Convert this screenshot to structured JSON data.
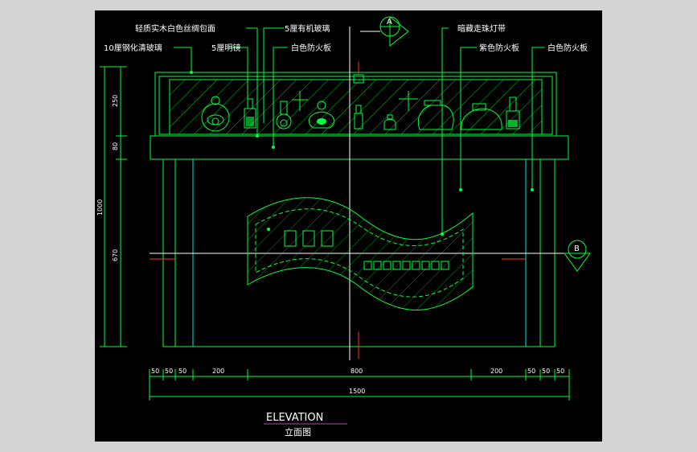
{
  "labels": {
    "wood_cover": "轻质实木白色丝绸包面",
    "organic_glass": "5厘有机玻璃",
    "hidden_light": "暗藏走珠灯带",
    "tempered_glass": "10厘钢化清玻璃",
    "mirror": "5厘明镜",
    "white_board_left": "白色防火板",
    "purple_board": "紫色防火板",
    "white_board_right": "白色防火板"
  },
  "section_marks": {
    "a": "A",
    "b": "B"
  },
  "dims_vertical": [
    "250",
    "80",
    "1000",
    "670"
  ],
  "dims_bottom": [
    "50",
    "50",
    "50",
    "200",
    "800",
    "200",
    "50",
    "50",
    "50"
  ],
  "dim_total": "1500",
  "title": {
    "en": "ELEVATION",
    "cn": "立面图"
  },
  "colors": {
    "line": "#00ff3c",
    "text": "#ffffff",
    "accent": "#ff3030",
    "cyan": "#00e5e5",
    "title_underline": "#c040c0"
  }
}
